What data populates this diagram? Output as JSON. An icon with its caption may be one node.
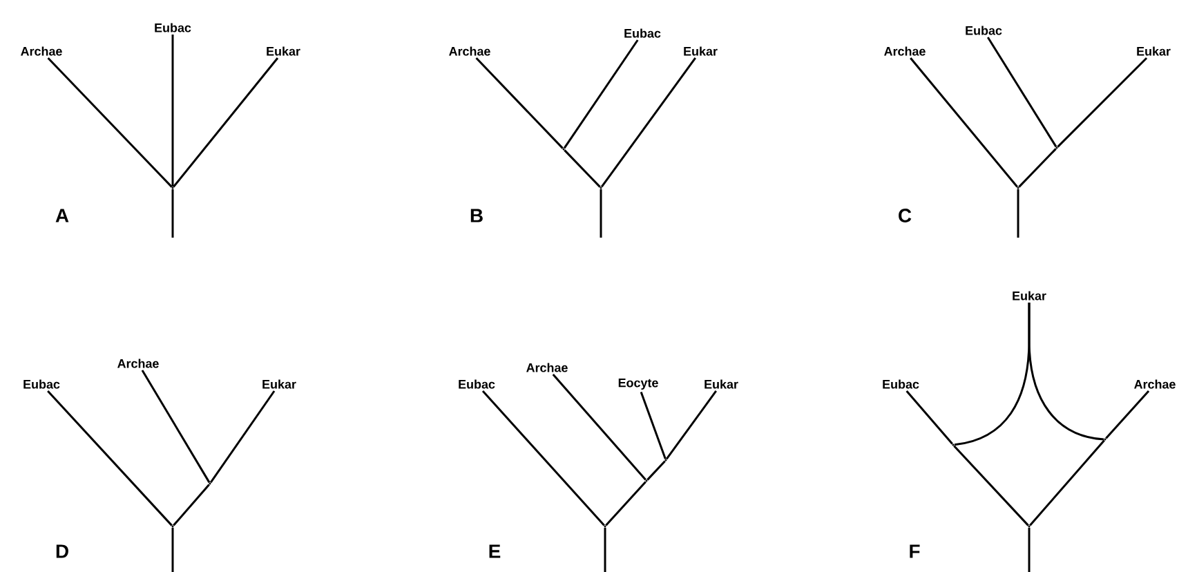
{
  "diagram": {
    "nodes": [
      {
        "text": [
          "Archae"
        ]
      },
      {
        "text": [
          "Eubac"
        ]
      },
      {
        "text": [
          "Eukar"
        ]
      },
      {
        "text": [],
        "shape": "point"
      },
      {
        "text": [
          "Archae"
        ]
      },
      {
        "text": [
          "Eubac"
        ]
      },
      {
        "text": [
          "Eukar"
        ]
      },
      {
        "text": [],
        "shape": "point"
      },
      {
        "text": [],
        "shape": "point"
      },
      {
        "text": [
          "Archae"
        ]
      },
      {
        "text": [
          "Eubac"
        ]
      },
      {
        "text": [
          "Eukar"
        ]
      },
      {
        "text": [],
        "shape": "point"
      },
      {
        "text": [],
        "shape": "point"
      },
      {
        "text": [
          "Eubac"
        ]
      },
      {
        "text": [
          "Archae"
        ]
      },
      {
        "text": [
          "Eukar"
        ]
      },
      {
        "text": [],
        "shape": "point"
      },
      {
        "text": [],
        "shape": "point"
      },
      {
        "text": [
          "Eubac"
        ]
      },
      {
        "text": [
          "Archae"
        ]
      },
      {
        "text": [
          "Eocyte"
        ]
      },
      {
        "text": [
          "Eukar"
        ]
      },
      {
        "text": [],
        "shape": "point"
      },
      {
        "text": [],
        "shape": "point"
      },
      {
        "text": [],
        "shape": "point"
      },
      {
        "text": [
          "Eukar"
        ]
      },
      {
        "text": [
          "Eubac"
        ]
      },
      {
        "text": [
          "Archae"
        ]
      },
      {
        "text": [],
        "shape": "point"
      },
      {
        "text": [],
        "shape": "point"
      },
      {
        "text": [],
        "shape": "point"
      }
    ],
    "edges": [
      {
        "from": 3,
        "to": 0,
        "arrow": "none"
      },
      {
        "from": 3,
        "to": 1,
        "arrow": "none"
      },
      {
        "from": 3,
        "to": 2,
        "arrow": "none"
      },
      {
        "from": 3,
        "to": null,
        "arrow": "none"
      },
      {
        "from": 7,
        "to": 8,
        "arrow": "none"
      },
      {
        "from": 8,
        "to": 4,
        "arrow": "none"
      },
      {
        "from": 8,
        "to": 5,
        "arrow": "none"
      },
      {
        "from": 7,
        "to": 6,
        "arrow": "none"
      },
      {
        "from": 7,
        "to": null,
        "arrow": "none"
      },
      {
        "from": 12,
        "to": 9,
        "arrow": "none"
      },
      {
        "from": 12,
        "to": 13,
        "arrow": "none"
      },
      {
        "from": 13,
        "to": 10,
        "arrow": "none"
      },
      {
        "from": 13,
        "to": 11,
        "arrow": "none"
      },
      {
        "from": 12,
        "to": null,
        "arrow": "none"
      },
      {
        "from": 17,
        "to": 14,
        "arrow": "none"
      },
      {
        "from": 17,
        "to": 18,
        "arrow": "none"
      },
      {
        "from": 18,
        "to": 15,
        "arrow": "none"
      },
      {
        "from": 18,
        "to": 16,
        "arrow": "none"
      },
      {
        "from": 17,
        "to": null,
        "arrow": "none"
      },
      {
        "from": 23,
        "to": 19,
        "arrow": "none"
      },
      {
        "from": 23,
        "to": 24,
        "arrow": "none"
      },
      {
        "from": 24,
        "to": 20,
        "arrow": "none"
      },
      {
        "from": 24,
        "to": 25,
        "arrow": "none"
      },
      {
        "from": 25,
        "to": 21,
        "arrow": "none"
      },
      {
        "from": 25,
        "to": 22,
        "arrow": "none"
      },
      {
        "from": 23,
        "to": null,
        "arrow": "none"
      },
      {
        "from": 29,
        "to": 30,
        "arrow": "none"
      },
      {
        "from": 30,
        "to": 27,
        "arrow": "none"
      },
      {
        "from": 29,
        "to": 31,
        "arrow": "none"
      },
      {
        "from": 31,
        "to": 28,
        "arrow": "none"
      },
      {
        "from": 30,
        "to": 26,
        "arrow": "none"
      },
      {
        "from": 31,
        "to": 26,
        "arrow": "none"
      },
      {
        "from": 29,
        "to": null,
        "arrow": "none"
      }
    ],
    "labels": [
      "A",
      "B",
      "C",
      "D",
      "E",
      "F"
    ]
  }
}
